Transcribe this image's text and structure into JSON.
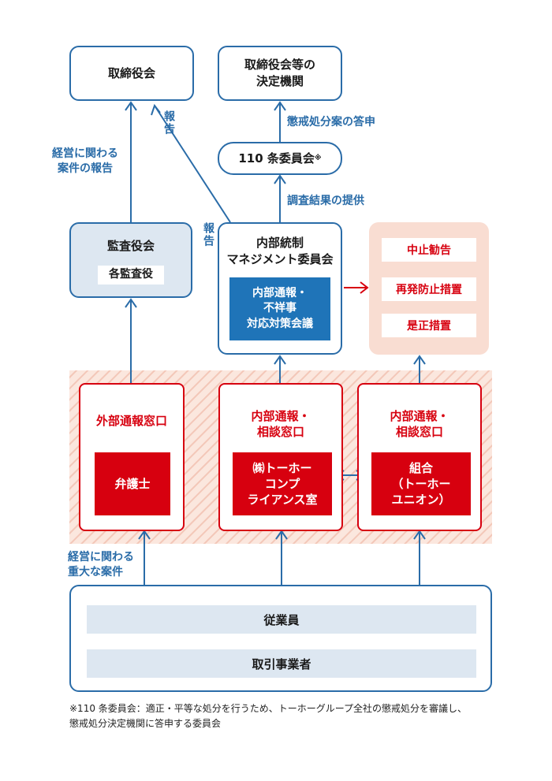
{
  "colors": {
    "blue": "#2a6ca8",
    "red": "#d7000f",
    "light_blue_fill": "#dde7f1",
    "pink_fill": "#f9ddd2",
    "hatch": "#f3c7b8"
  },
  "boxes": {
    "board": "取締役会",
    "board_decision": "取締役会等の\n決定機関",
    "committee110": "110 条委員会",
    "committee110_mark": "※",
    "audit": {
      "title": "監査役会",
      "sub": "各監査役"
    },
    "internal_control": {
      "title": "内部統制\nマネジメント委員会",
      "sub": "内部通報・\n不祥事\n対応対策会議"
    }
  },
  "actions": [
    "中止勧告",
    "再発防止措置",
    "是正措置"
  ],
  "windows": [
    {
      "title": "外部通報窓口",
      "body": "弁護士"
    },
    {
      "title": "内部通報・\n相談窓口",
      "body": "㈱トーホー\nコンプ\nライアンス室"
    },
    {
      "title": "内部通報・\n相談窓口",
      "body": "組合\n（トーホー\nユニオン）"
    }
  ],
  "labels": {
    "mgmt_report": "経営に関わる\n案件の報告",
    "report_vertical_top": "報告",
    "report_vertical_mid": "報告",
    "disciplinary_reply": "懲戒処分案の答申",
    "investigation_results": "調査結果の提供",
    "serious_matters": "経営に関わる\n重大な案件"
  },
  "bottom": {
    "employees": "従業員",
    "business_partners": "取引事業者"
  },
  "footnote": "※110 条委員会：適正・平等な処分を行うため、トーホーグループ全社の懲戒処分を審議し、\n懲戒処分決定機関に答申する委員会"
}
